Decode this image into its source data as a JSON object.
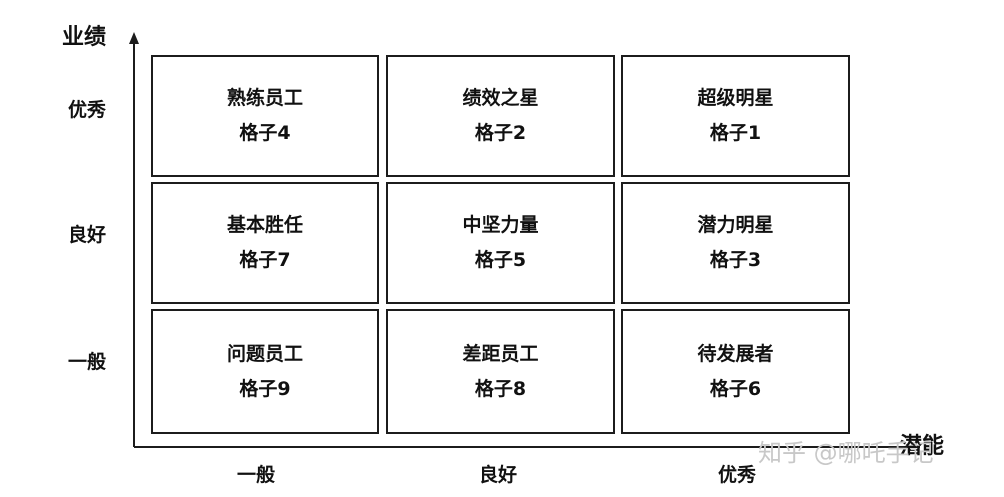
{
  "axis": {
    "y_title": "业绩",
    "x_title": "潜能",
    "y_ticks": [
      "优秀",
      "良好",
      "一般"
    ],
    "x_ticks": [
      "一般",
      "良好",
      "优秀"
    ]
  },
  "grid": [
    [
      {
        "title": "熟练员工",
        "label": "格子4"
      },
      {
        "title": "绩效之星",
        "label": "格子2"
      },
      {
        "title": "超级明星",
        "label": "格子1"
      }
    ],
    [
      {
        "title": "基本胜任",
        "label": "格子7"
      },
      {
        "title": "中坚力量",
        "label": "格子5"
      },
      {
        "title": "潜力明星",
        "label": "格子3"
      }
    ],
    [
      {
        "title": "问题员工",
        "label": "格子9"
      },
      {
        "title": "差距员工",
        "label": "格子8"
      },
      {
        "title": "待发展者",
        "label": "格子6"
      }
    ]
  ],
  "watermark": "知乎 @哪吒手记"
}
